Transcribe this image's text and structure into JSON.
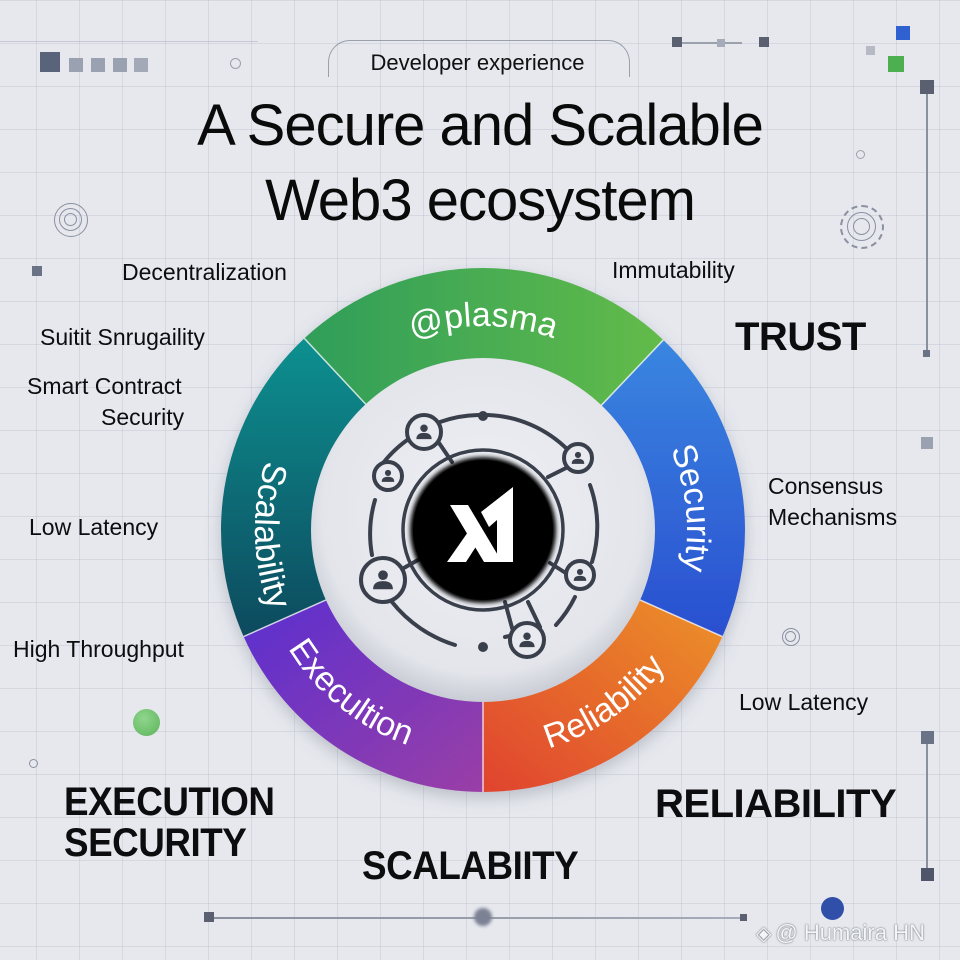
{
  "header": {
    "tag_label": "Developer experience",
    "title_line1": "A Secure and Scalable",
    "title_line2": "Web3 ecosystem"
  },
  "ring": {
    "center_logo": "X1",
    "center_logo_icon": "x1-logo-icon",
    "network_icon": "user-network-icon",
    "segments": [
      {
        "label": "@plasma",
        "color_start": "#2f9e5a",
        "color_end": "#63bb4a"
      },
      {
        "label": "Security",
        "color_start": "#3a86e0",
        "color_end": "#2a4fd0"
      },
      {
        "label": "Reliability",
        "color_start": "#e0432e",
        "color_end": "#ec922a"
      },
      {
        "label": "Execultion",
        "color_start": "#5a2fd0",
        "color_end": "#9a3fa6"
      },
      {
        "label": "Scalability",
        "color_start": "#0f5a66",
        "color_end": "#119090"
      }
    ]
  },
  "left_labels": [
    "Decentralization",
    "Suitit Snrugaility",
    "Smart Contract",
    "Security",
    "Low Latency",
    "High Throughput"
  ],
  "right_labels": [
    "Immutability",
    "Consensus",
    "Mechanisms",
    "Low Latency"
  ],
  "big_labels": {
    "trust": "TRUST",
    "execution": "EXECUTION",
    "execution_security": "SECURITY",
    "reliability": "RELIABILITY",
    "scalability": "SCALABIITY"
  },
  "accent_colors": {
    "blue_square": "#2f62d0",
    "green_square": "#4caf50",
    "green_dot": "#6cbf6a",
    "blue_dot": "#2f4fa8",
    "slate": "#5a6070"
  },
  "watermark": {
    "icon": "binance-logo-icon",
    "text": "@ Humaira HN"
  }
}
